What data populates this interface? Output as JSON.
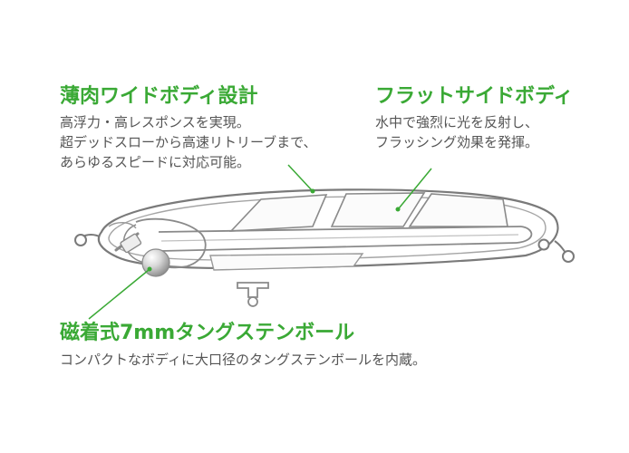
{
  "colors": {
    "accent": "#3aa935",
    "text": "#555555",
    "outline": "#7a7a7a"
  },
  "callouts": [
    {
      "title": "薄肉ワイドボディ設計",
      "lines": [
        "高浮力・高レスポンスを実現。",
        "超デッドスローから高速リトリーブまで、",
        "あらゆるスピードに対応可能。"
      ]
    },
    {
      "title": "フラットサイドボディ",
      "lines": [
        "水中で強烈に光を反射し、",
        "フラッシング効果を発揮。"
      ]
    },
    {
      "title": "磁着式7mmタングステンボール",
      "lines": [
        "コンパクトなボディに大口径のタングステンボールを内蔵。"
      ]
    }
  ]
}
